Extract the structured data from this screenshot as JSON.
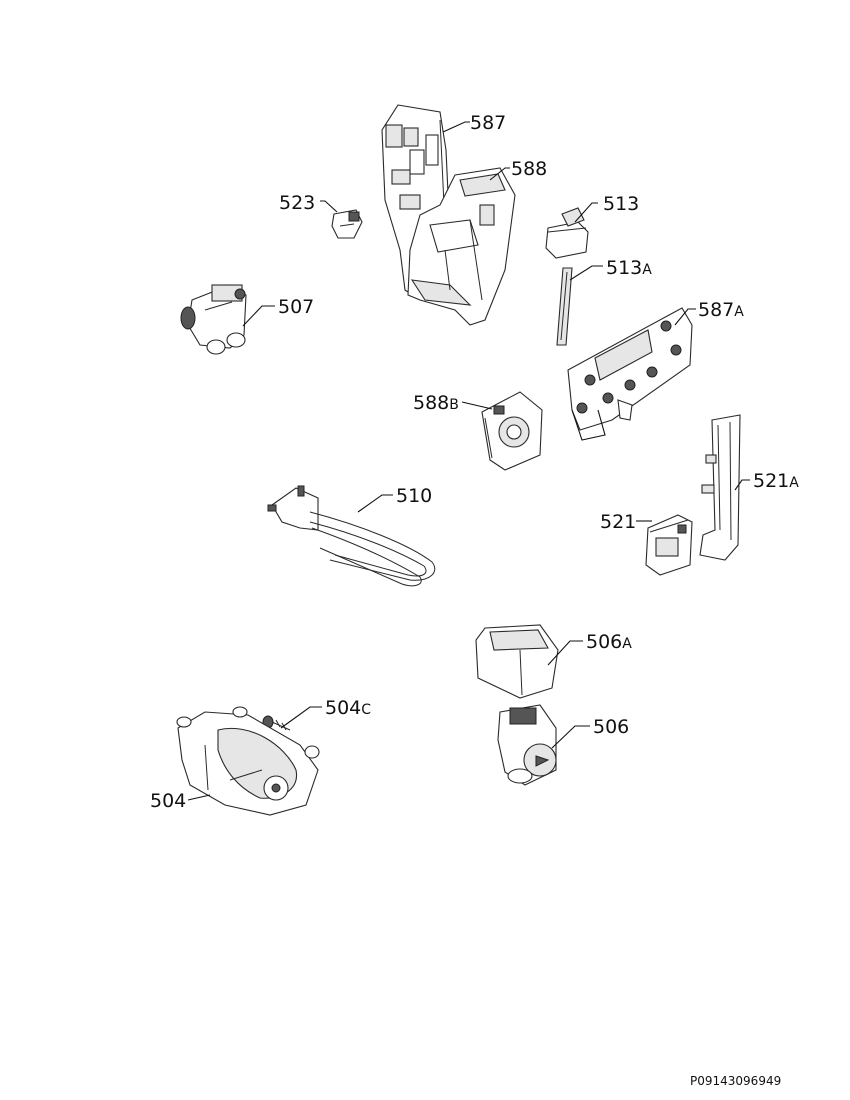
{
  "labels": {
    "l587": {
      "num": "587",
      "suffix": ""
    },
    "l588": {
      "num": "588",
      "suffix": ""
    },
    "l523": {
      "num": "523",
      "suffix": ""
    },
    "l513": {
      "num": "513",
      "suffix": ""
    },
    "l513A": {
      "num": "513",
      "suffix": "A"
    },
    "l507": {
      "num": "507",
      "suffix": ""
    },
    "l587A": {
      "num": "587",
      "suffix": "A"
    },
    "l588B": {
      "num": "588",
      "suffix": "B"
    },
    "l510": {
      "num": "510",
      "suffix": ""
    },
    "l521A": {
      "num": "521",
      "suffix": "A"
    },
    "l521": {
      "num": "521",
      "suffix": ""
    },
    "l506A": {
      "num": "506",
      "suffix": "A"
    },
    "l504C": {
      "num": "504",
      "suffix": "C"
    },
    "l506": {
      "num": "506",
      "suffix": ""
    },
    "l504": {
      "num": "504",
      "suffix": ""
    }
  },
  "reference_code": "P09143096949"
}
